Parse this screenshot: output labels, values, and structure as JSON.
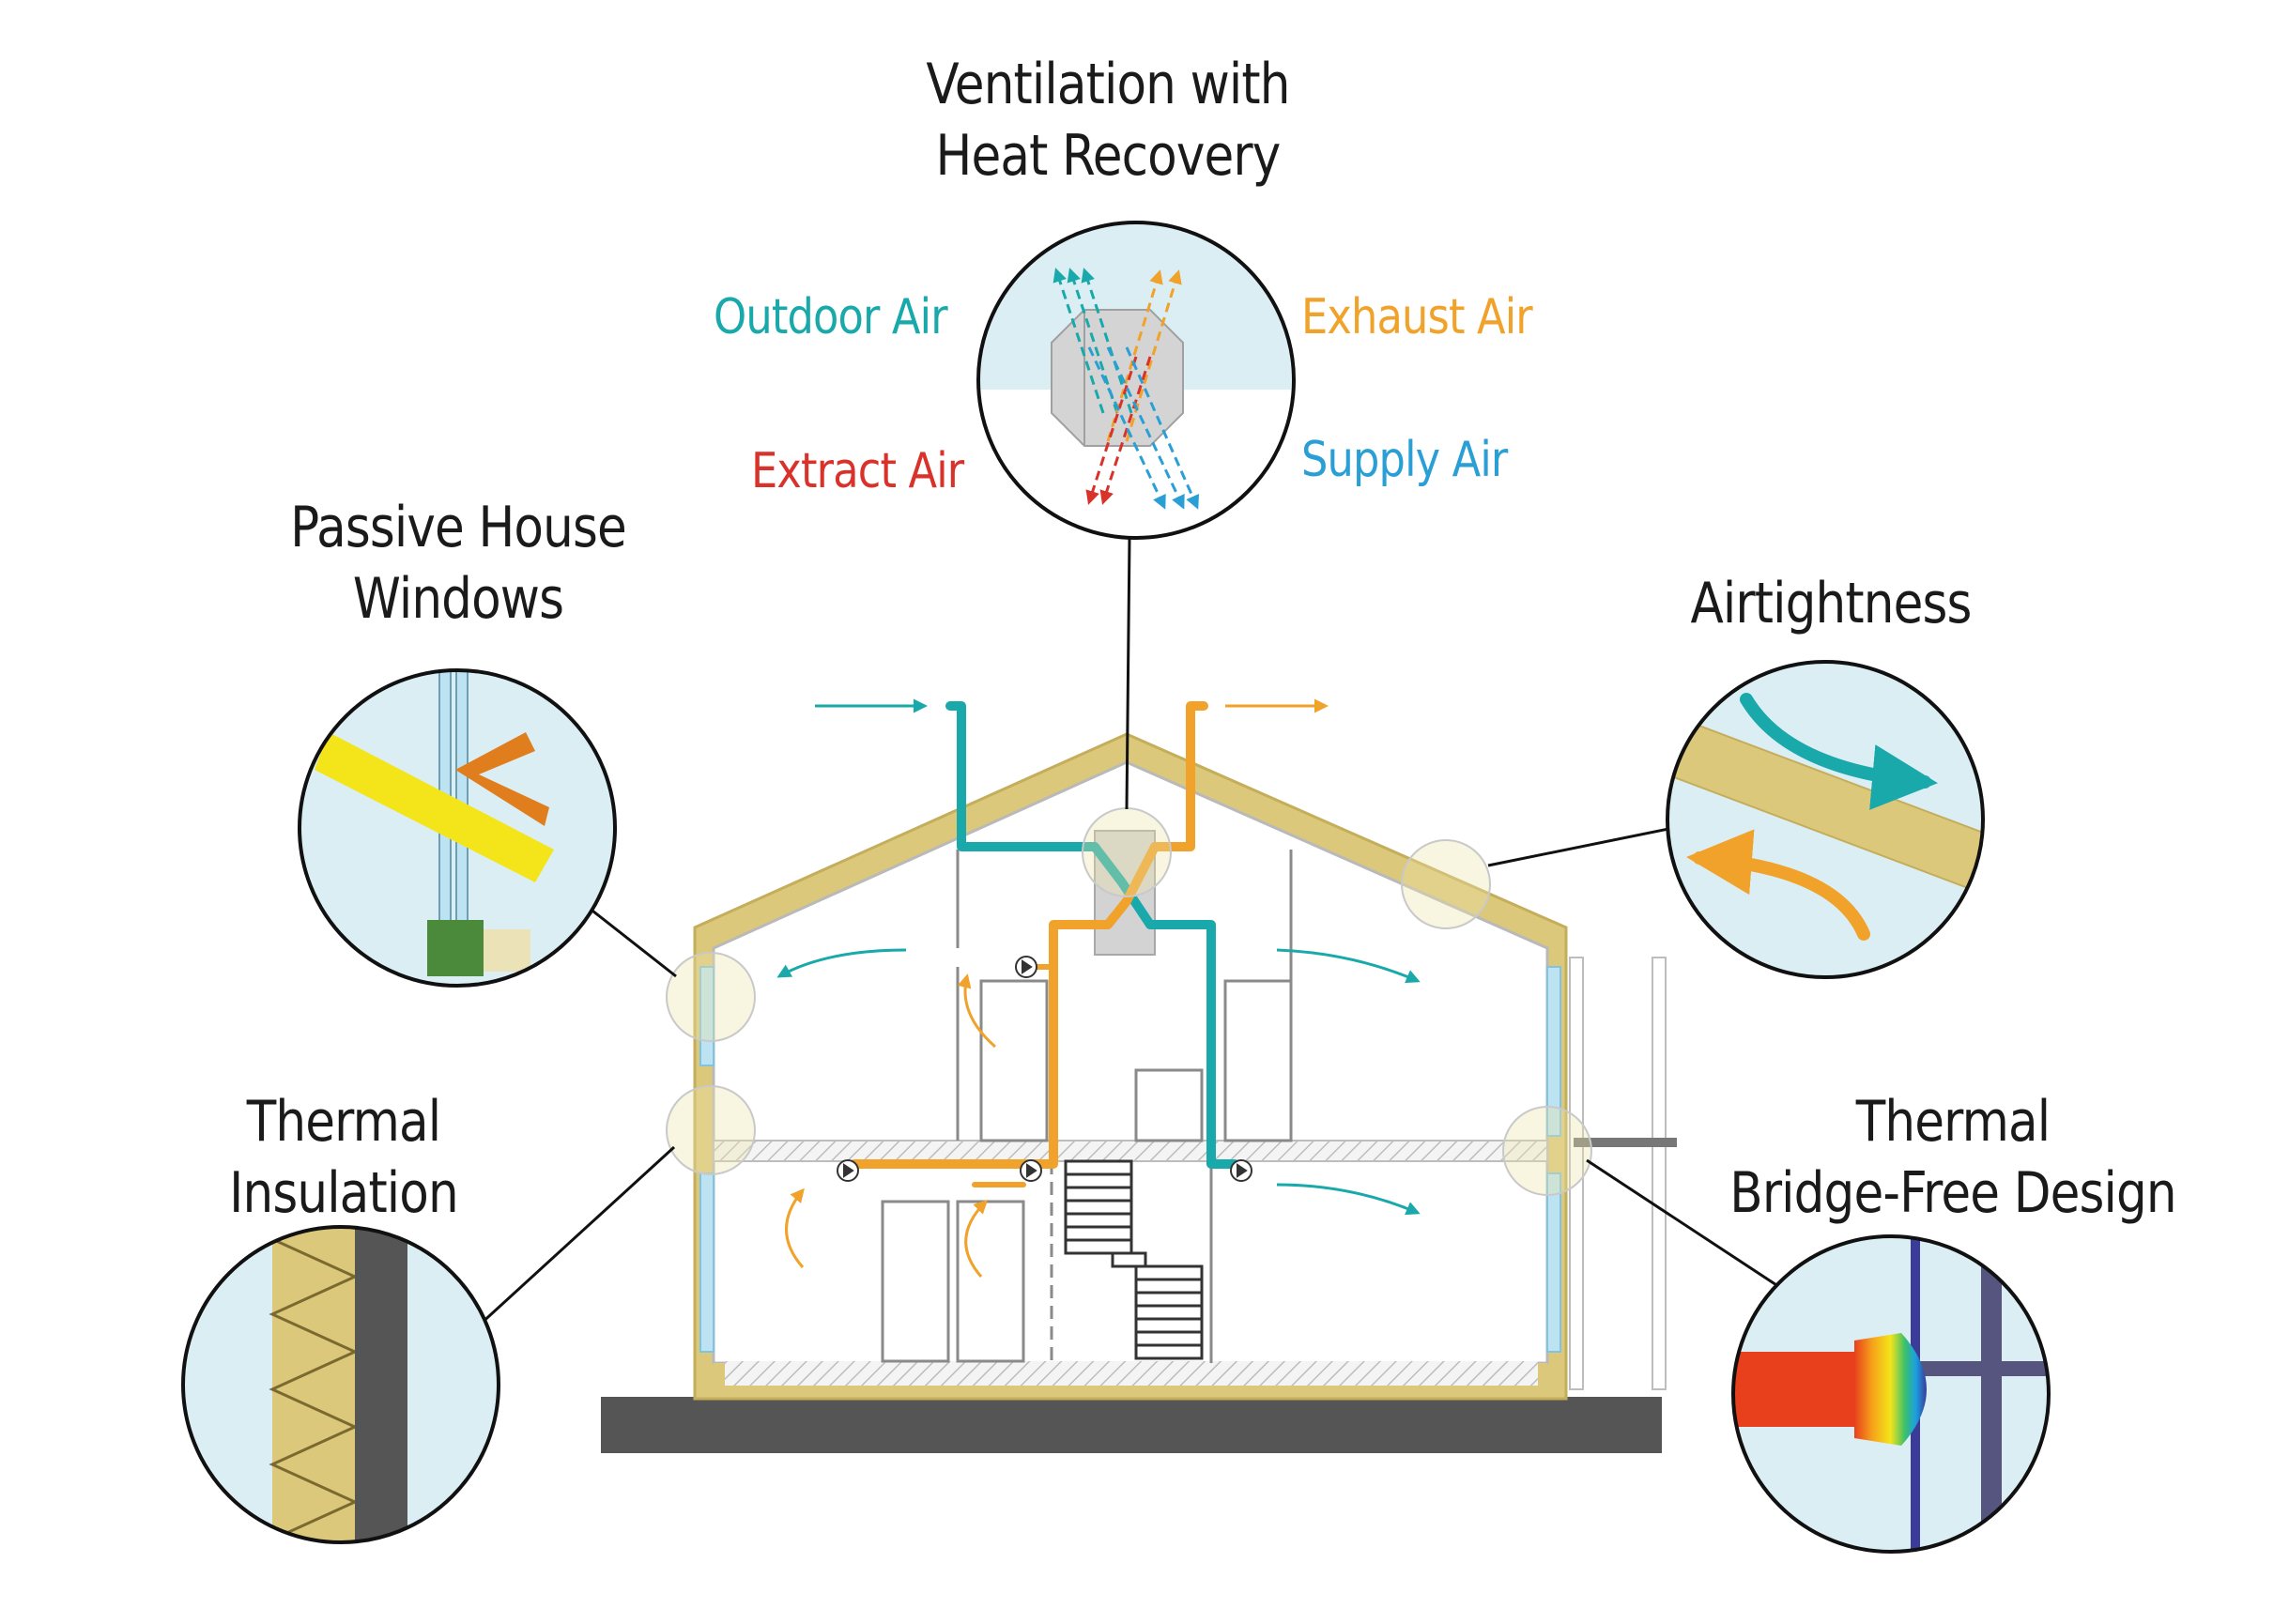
{
  "labels": {
    "ventilation_line1": "Ventilation with",
    "ventilation_line2": "Heat Recovery",
    "windows_line1": "Passive House",
    "windows_line2": "Windows",
    "airtightness": "Airtightness",
    "insulation_line1": "Thermal",
    "insulation_line2": "Insulation",
    "thermal_bridge_line1": "Thermal",
    "thermal_bridge_line2": "Bridge-Free Design"
  },
  "air_streams": {
    "outdoor": "Outdoor Air",
    "exhaust": "Exhaust Air",
    "extract": "Extract Air",
    "supply": "Supply Air"
  },
  "colors": {
    "outdoor_air": "#1aa9aa",
    "exhaust_air": "#f0a22a",
    "extract_air": "#d8322a",
    "supply_air": "#2a9fd6",
    "insulation": "#dcc87a",
    "sky": "#e0f0f6",
    "ground": "#555555"
  }
}
